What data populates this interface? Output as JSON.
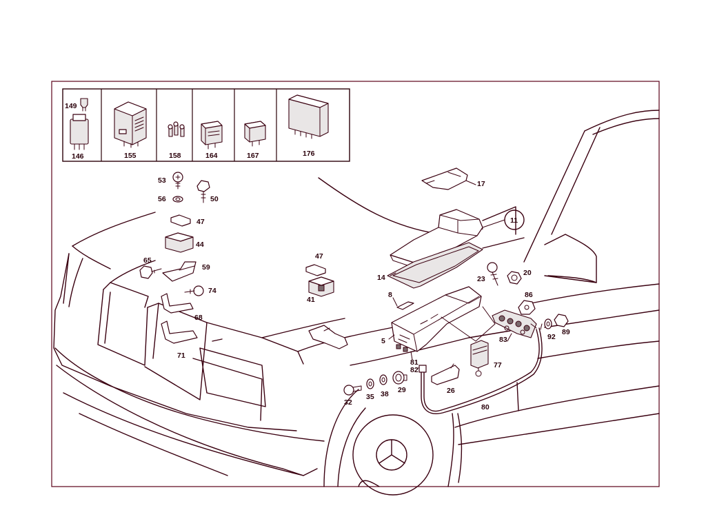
{
  "inset_labels": [
    "149",
    "146",
    "155",
    "158",
    "164",
    "167",
    "176"
  ],
  "callouts": {
    "c53": "53",
    "c56": "56",
    "c50": "50",
    "c47a": "47",
    "c44": "44",
    "c65": "65",
    "c59": "59",
    "c74": "74",
    "c68": "68",
    "c71": "71",
    "c47b": "47",
    "c41": "41",
    "c17": "17",
    "c11": "11",
    "c14": "14",
    "c8": "8",
    "c5": "5",
    "c23": "23",
    "c20": "20",
    "c86": "86",
    "c83": "83",
    "c92": "92",
    "c89": "89",
    "c77": "77",
    "c81": "81",
    "c82": "82",
    "c26": "26",
    "c80": "80",
    "c32": "32",
    "c35": "35",
    "c38": "38",
    "c29": "29"
  },
  "colors": {
    "line": "#3a0010",
    "frame": "#5a0018",
    "text": "#2a000a",
    "background": "#ffffff"
  }
}
